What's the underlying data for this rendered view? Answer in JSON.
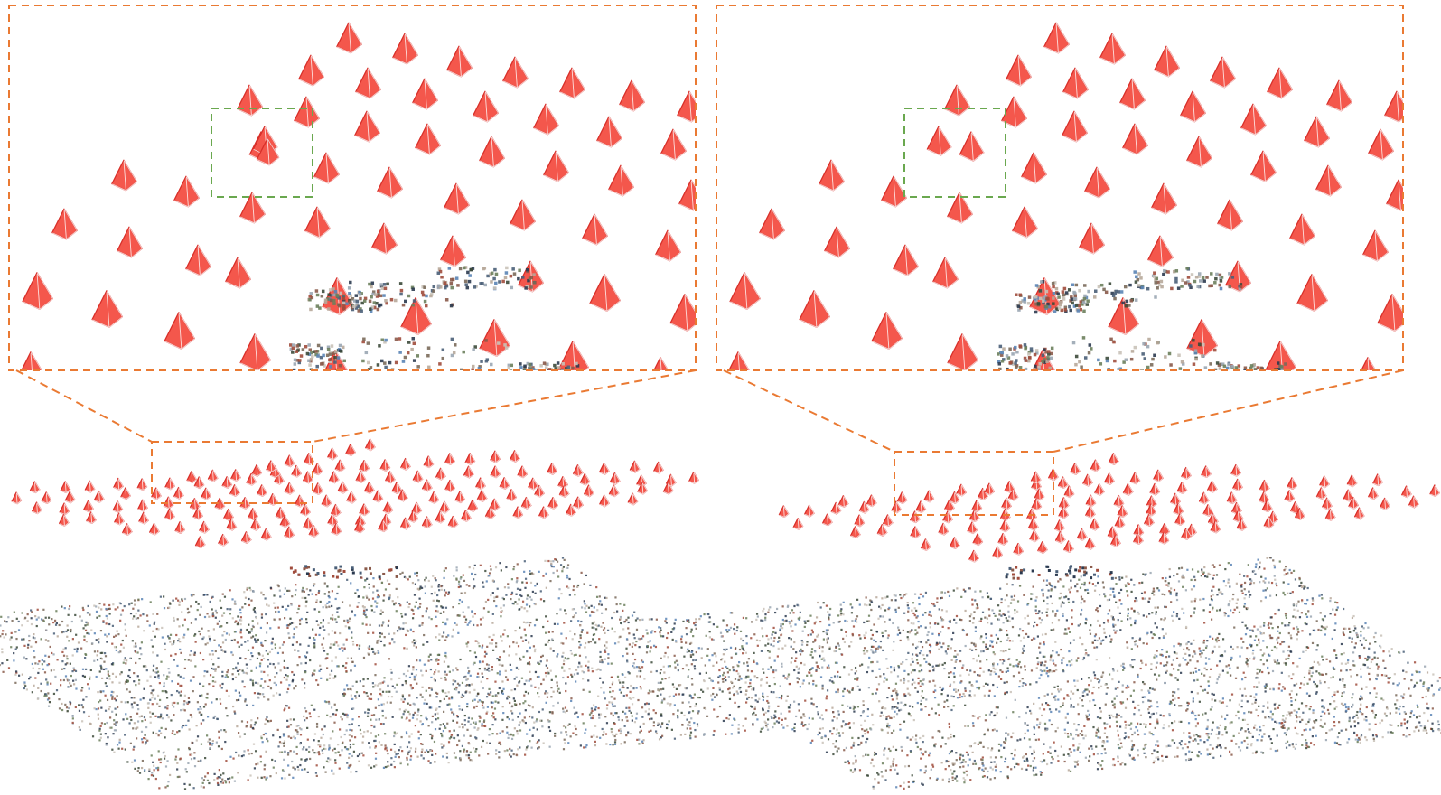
{
  "colors": {
    "background": "#ffffff",
    "camera_fill": "#f4574c",
    "camera_stroke": "#d8302a",
    "camera_edge": "#ffffff",
    "zoom_box": "#ea7a33",
    "highlight_box": "#6aa84f",
    "points": [
      "#2b3a4f",
      "#4a5f78",
      "#8a5a4a",
      "#a04c3c",
      "#6b7f5c",
      "#c9c2b8",
      "#5a84b5",
      "#7a6a5a",
      "#3c4a3a",
      "#b7a89a",
      "#9aa6b2"
    ]
  },
  "panels": [
    {
      "id": "left",
      "highlight_box_content": "overlapping-cameras",
      "inset_camera_count": 62,
      "overview_camera_count": 160
    },
    {
      "id": "right",
      "highlight_box_content": "separated-cameras",
      "inset_camera_count": 62,
      "overview_camera_count": 160
    }
  ]
}
